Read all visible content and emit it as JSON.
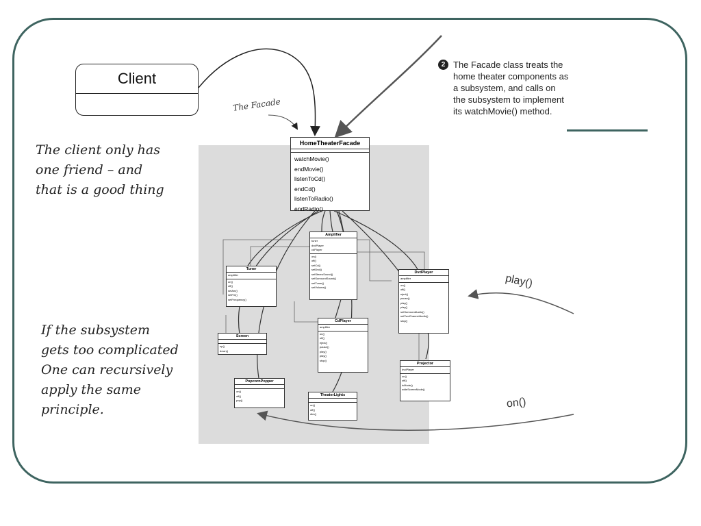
{
  "client": {
    "label": "Client"
  },
  "notes": {
    "client_friend": "The client only has\none  friend – and\nthat is a good thing",
    "subsystem": "If the subsystem\ngets too complicated\nOne can recursively\napply the same\nprinciple."
  },
  "annotation": {
    "badge": "2",
    "text": "The Facade class treats the home theater components as a subsystem, and calls on the subsystem to implement its watchMovie() method.",
    "facade_label": "The Facade"
  },
  "calls": {
    "play": "play()",
    "on": "on()"
  },
  "facade": {
    "name": "HomeTheaterFacade",
    "methods": [
      "watchMovie()",
      "endMovie()",
      "listenToCd()",
      "endCd()",
      "listenToRadio()",
      "endRadio()"
    ]
  },
  "classes": [
    {
      "key": "amplifier",
      "name": "Amplifier",
      "fields": [
        "tuner",
        "dvdPlayer",
        "cdPlayer"
      ],
      "methods": [
        "on()",
        "off()",
        "setCd()",
        "setDvd()",
        "setStereoSound()",
        "setSurroundSound()",
        "setTuner()",
        "setVolume()"
      ]
    },
    {
      "key": "tuner",
      "name": "Tuner",
      "fields": [
        "amplifier"
      ],
      "methods": [
        "on()",
        "off()",
        "setAm()",
        "setFm()",
        "setFrequency()"
      ]
    },
    {
      "key": "dvdplayer",
      "name": "DvdPlayer",
      "fields": [
        "amplifier"
      ],
      "methods": [
        "on()",
        "off()",
        "eject()",
        "pause()",
        "play()",
        "play()",
        "setSurroundAudio()",
        "setTwoChannelAudio()",
        "stop()"
      ]
    },
    {
      "key": "screen",
      "name": "Screen",
      "fields": [],
      "methods": [
        "up()",
        "down()"
      ]
    },
    {
      "key": "cdplayer",
      "name": "CdPlayer",
      "fields": [
        "amplifier"
      ],
      "methods": [
        "on()",
        "off()",
        "eject()",
        "pause()",
        "play()",
        "play()",
        "stop()"
      ]
    },
    {
      "key": "projector",
      "name": "Projector",
      "fields": [
        "dvdPlayer"
      ],
      "methods": [
        "on()",
        "off()",
        "tvMode()",
        "wideScreenMode()"
      ]
    },
    {
      "key": "popcornpopper",
      "name": "PopcornPopper",
      "fields": [],
      "methods": [
        "on()",
        "off()",
        "pop()"
      ]
    },
    {
      "key": "theaterlights",
      "name": "TheaterLights",
      "fields": [],
      "methods": [
        "on()",
        "off()",
        "dim()"
      ]
    }
  ],
  "colors": {
    "frame": "#3e6460",
    "panel": "#dcdcdc"
  }
}
